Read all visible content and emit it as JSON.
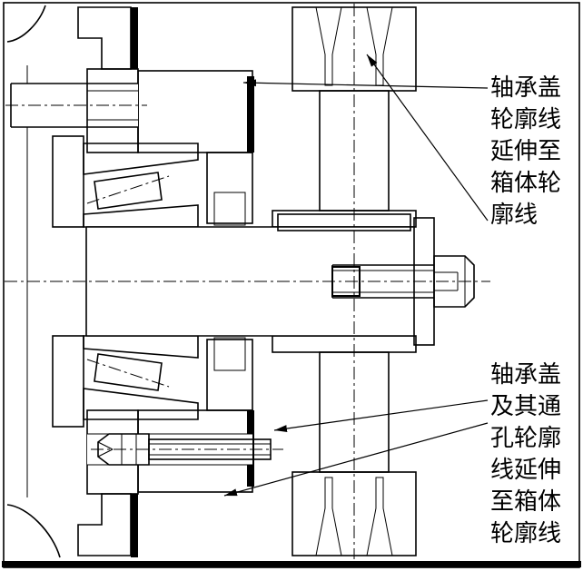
{
  "page": {
    "background_color": "#ffffff",
    "line_color": "#000000",
    "description": "Mechanical section drawing of a shaft with tapered roller bearings, bearing caps with felt seals, and a two-groove V-belt pulley fixed by an end washer and screw"
  },
  "annotations": {
    "top": {
      "text": "轴承盖轮廓线延伸至箱体轮廓线",
      "lines": [
        "轴承盖",
        "轮廓线",
        "延伸至",
        "箱体轮",
        "廓线"
      ]
    },
    "bottom": {
      "text": "轴承盖及其通孔轮廓线延伸至箱体轮廓线",
      "lines": [
        "轴承盖",
        "及其通",
        "孔轮廓",
        "线延伸",
        "至箱体",
        "轮廓线"
      ]
    }
  }
}
